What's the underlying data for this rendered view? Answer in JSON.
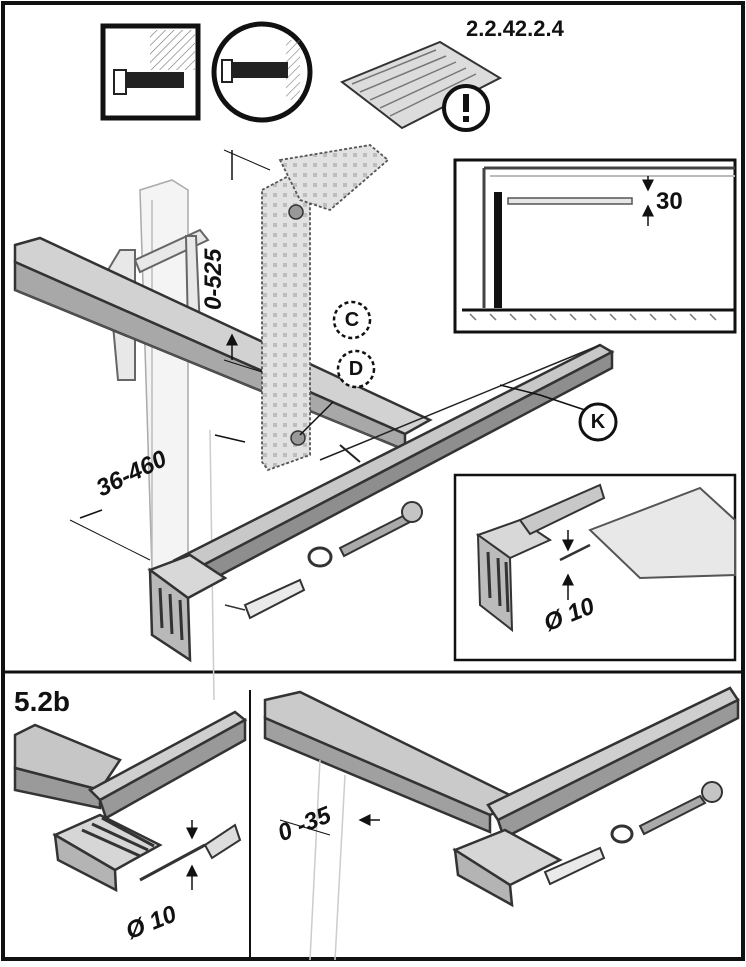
{
  "header": {
    "reference": "2.2.42.2.4"
  },
  "section": {
    "step_label": "5.2b"
  },
  "dimensions": {
    "height_range": "0-525",
    "length_range": "36-460",
    "gap": "30",
    "drill_main": "Ø 10",
    "drill_step": "Ø 10",
    "offset": "0 -35"
  },
  "parts": {
    "c": "C",
    "d": "D",
    "k": "K"
  },
  "icons": [
    "wall-mount-square-icon",
    "wall-mount-circle-icon",
    "manual-warning-icon",
    "drill-icon"
  ],
  "colors": {
    "ink": "#1a1a1a",
    "metal_light": "#d8d8d8",
    "metal_mid": "#a9a9a9",
    "metal_dark": "#6e6e6e",
    "paper": "#ffffff"
  }
}
